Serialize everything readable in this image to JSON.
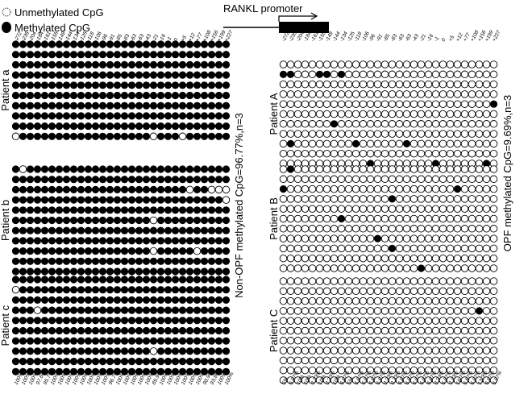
{
  "legend": {
    "unmethylated": "Unmethylated CpG",
    "methylated": "Methylated CpG"
  },
  "promoter_label": "RANKL promoter",
  "left": {
    "positions": [
      "-272",
      "-235",
      "-204",
      "-184",
      "-161",
      "-155",
      "-149",
      "-144",
      "-134",
      "-125",
      "-118",
      "-106",
      "-96",
      "-91",
      "-85",
      "-83",
      "-63",
      "-63",
      "-43",
      "-21",
      "-16",
      "-1",
      "0",
      "+5",
      "+12",
      "+77",
      "+108",
      "+156",
      "+199",
      "+227"
    ],
    "side_label": "Non-OPF methylated CpG=96.77%,n=3",
    "groups": [
      {
        "label": "Patient a",
        "rows": [
          "111111111111111111111111111111",
          "111111111111111111111111111111",
          "111111111111111111111111111111",
          "111111111111111111111111111111",
          "111111111111111111111111111111",
          "111111111111111111111111111111",
          "111111111111111111111111111111",
          "111111111111111111111111111111",
          "111111111111111111111111111111",
          "011111111111111111101110111111"
        ]
      },
      {
        "label": "Patient b",
        "rows": [
          "101111111111111111111111111111",
          "111111111111111111111111111111",
          "111111111111111111111111011000",
          "111111111111111111111111111110",
          "111111111111111111111111111111",
          "111111111111111111101111111111",
          "111111111111111111111111111111",
          "111111111111111111111111111111",
          "111111111111111111101111101111",
          "111111111111111111111111111111",
          "111111111111111111111111111111"
        ]
      },
      {
        "label": "Patient c",
        "rows": [
          "111111111111111111111111111111",
          "011111111111111111111111111111",
          "111111111111111111111111111111",
          "111011111111111111111111111111",
          "111111111111111111111111111111",
          "111111111111111111111111111111",
          "111111111111111111111111111111",
          "111111111111111111101111111111",
          "111111111111111111111111111111",
          "111111111111111111111111111111"
        ]
      }
    ],
    "percentages": [
      "100%",
      "100%",
      "100%",
      "97.6%",
      "95.7%",
      "100%",
      "100%",
      "100%",
      "100%",
      "100%",
      "100%",
      "100%",
      "100%",
      "96.7%",
      "100%",
      "100%",
      "100%",
      "100%",
      "100%",
      "89.9%",
      "100%",
      "100%",
      "100%",
      "100%",
      "100%",
      "100%",
      "90.9%",
      "93.8%",
      "100%",
      "100%"
    ]
  },
  "right": {
    "positions": [
      "-272",
      "-235",
      "-204",
      "-184",
      "-161",
      "-155",
      "-149",
      "-144",
      "-134",
      "-125",
      "-118",
      "-106",
      "-96",
      "-91",
      "-85",
      "-83",
      "-63",
      "-63",
      "-43",
      "-21",
      "-16",
      "-1",
      "0",
      "+5",
      "+12",
      "+77",
      "+108",
      "+156",
      "+199",
      "+227"
    ],
    "side_label": "OPF methylated CpG=9.69%,n=3",
    "groups": [
      {
        "label": "Patient A",
        "rows": [
          "000000000000000000000000000000",
          "110001101000000000000000000000",
          "000000000000000000000000000000",
          "000000000000000000000000000000",
          "000000000000000000000000000001",
          "000000000000000000000000000000",
          "000000010000000000000000000000",
          "000000000000000000000000000000",
          "010000000010000001000000000000",
          "000000000000000000000000000000",
          "000000000000100000000100000010"
        ]
      },
      {
        "label": "Patient B",
        "rows": [
          "010000000000000000000000000000",
          "000000000000000000000000000000",
          "100000000000000000000000100000",
          "000000000000000100000000000000",
          "000000000000000000000000000000",
          "000000001000000000000000000000",
          "000000000000000000000000000000",
          "000000000000010000000000000000",
          "000000000000000100000000000000",
          "000000000000000000000000000000",
          "000000000000000000010000000000"
        ]
      },
      {
        "label": "Patient C",
        "rows": [
          "000000000000000000000000000000",
          "000000000000000000000000000000",
          "000000000000000000000000000000",
          "000000000000000000000000000100",
          "000000000000000000000000000000",
          "000000000000000000000000000000",
          "000000000000000000000000000000",
          "000000000000000000000000000000",
          "000000000000000000000000000000",
          "000000000000000000000000000000",
          "000000000000000000000000000000"
        ]
      }
    ],
    "percentages": [
      "5%",
      "6.67%",
      "10%",
      "10%",
      "3.33%",
      "10%",
      "3.33%",
      "10%",
      "6.67%",
      "5%",
      "6.67%",
      "6.67%",
      "6.67%",
      "6.67%",
      "3.33%",
      "3.33%",
      "6.67%",
      "6.67%",
      "6.67%",
      "6.67%",
      "6.67%",
      "3.33%",
      "6.67%",
      "3.33%",
      "16.7%",
      "6.67%",
      "6.67%",
      "13.3%",
      "6.67%",
      "6.67%"
    ]
  }
}
